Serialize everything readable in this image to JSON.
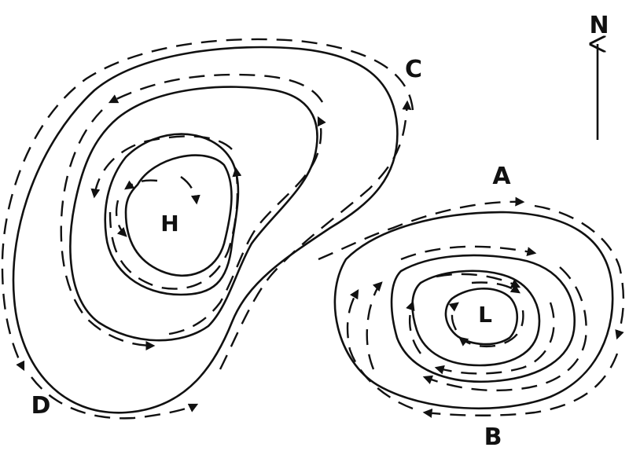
{
  "diagram": {
    "high_label": "H",
    "low_label": "L",
    "north_label": "N",
    "points": [
      {
        "id": "A",
        "label": "A"
      },
      {
        "id": "B",
        "label": "B"
      },
      {
        "id": "C",
        "label": "C"
      },
      {
        "id": "D",
        "label": "D"
      }
    ],
    "colors": {
      "ink": "#111111",
      "background": "#ffffff"
    }
  }
}
